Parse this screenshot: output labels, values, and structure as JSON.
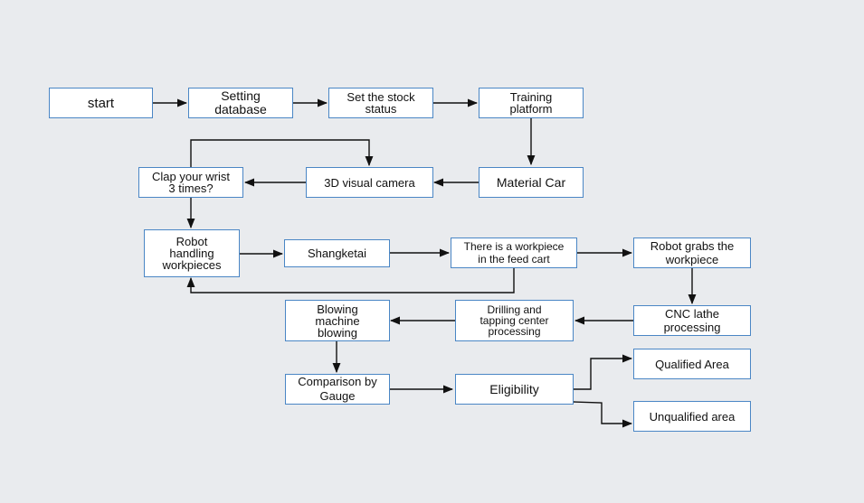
{
  "diagram": {
    "nodes": {
      "start": "start",
      "setting_database": "Setting\ndatabase",
      "set_stock_status": "Set the stock\nstatus",
      "training_platform": "Training\nplatform",
      "material_car": "Material Car",
      "visual_camera": "3D visual camera",
      "clap_wrist": "Clap your wrist\n3 times?",
      "robot_handling": "Robot\nhandling\nworkpieces",
      "shangketai": "Shangketai",
      "workpiece_feed_cart": "There is a workpiece\nin the feed cart",
      "robot_grabs": "Robot grabs the\nworkpiece",
      "cnc_lathe": "CNC lathe\nprocessing",
      "drilling_tapping": "Drilling and\ntapping center\nprocessing",
      "blowing_machine": "Blowing\nmachine\nblowing",
      "comparison_gauge": "Comparison by\nGauge",
      "eligibility": "Eligibility",
      "qualified_area": "Qualified Area",
      "unqualified_area": "Unqualified area"
    },
    "colors": {
      "background": "#e9ebee",
      "node_border": "#4a86c5",
      "node_fill": "#ffffff",
      "edge": "#111111"
    }
  }
}
